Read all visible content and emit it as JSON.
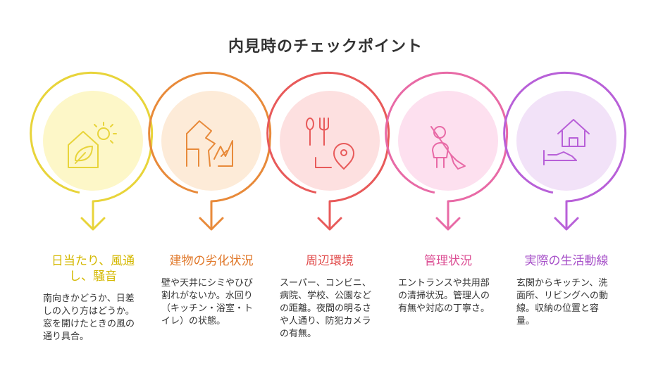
{
  "title": "内見時のチェックポイント",
  "items": [
    {
      "heading": "日当たり、風通し、騒音",
      "text": "南向きかどうか、日差しの入り方はどうか。窓を開けたときの風の通り具合。",
      "icon": "sun-house-icon",
      "color": "#e8d43a",
      "fill": "#fdf7c8",
      "text_color": "#d4b800"
    },
    {
      "heading": "建物の劣化状況",
      "text": "壁や天井にシミやひび割れがないか。水回り（キッチン・浴室・トイレ）の状態。",
      "icon": "cracked-building-icon",
      "color": "#e88a3a",
      "fill": "#fdebd8",
      "text_color": "#e0782a"
    },
    {
      "heading": "周辺環境",
      "text": "スーパー、コンビニ、病院、学校、公園などの距離。夜間の明るさや人通り、防犯カメラの有無。",
      "icon": "dining-location-icon",
      "color": "#e85a5a",
      "fill": "#fde0e0",
      "text_color": "#e04848"
    },
    {
      "heading": "管理状況",
      "text": "エントランスや共用部の清掃状況。管理人の有無や対応の丁寧さ。",
      "icon": "cleaner-icon",
      "color": "#e86aa6",
      "fill": "#fde0ef",
      "text_color": "#dc4f94"
    },
    {
      "heading": "実際の生活動線",
      "text": "玄関からキッチン、洗面所、リビングへの動線。収納の位置と容量。",
      "icon": "house-bed-icon",
      "color": "#b860d8",
      "fill": "#f2e2f8",
      "text_color": "#a64fc8"
    }
  ]
}
